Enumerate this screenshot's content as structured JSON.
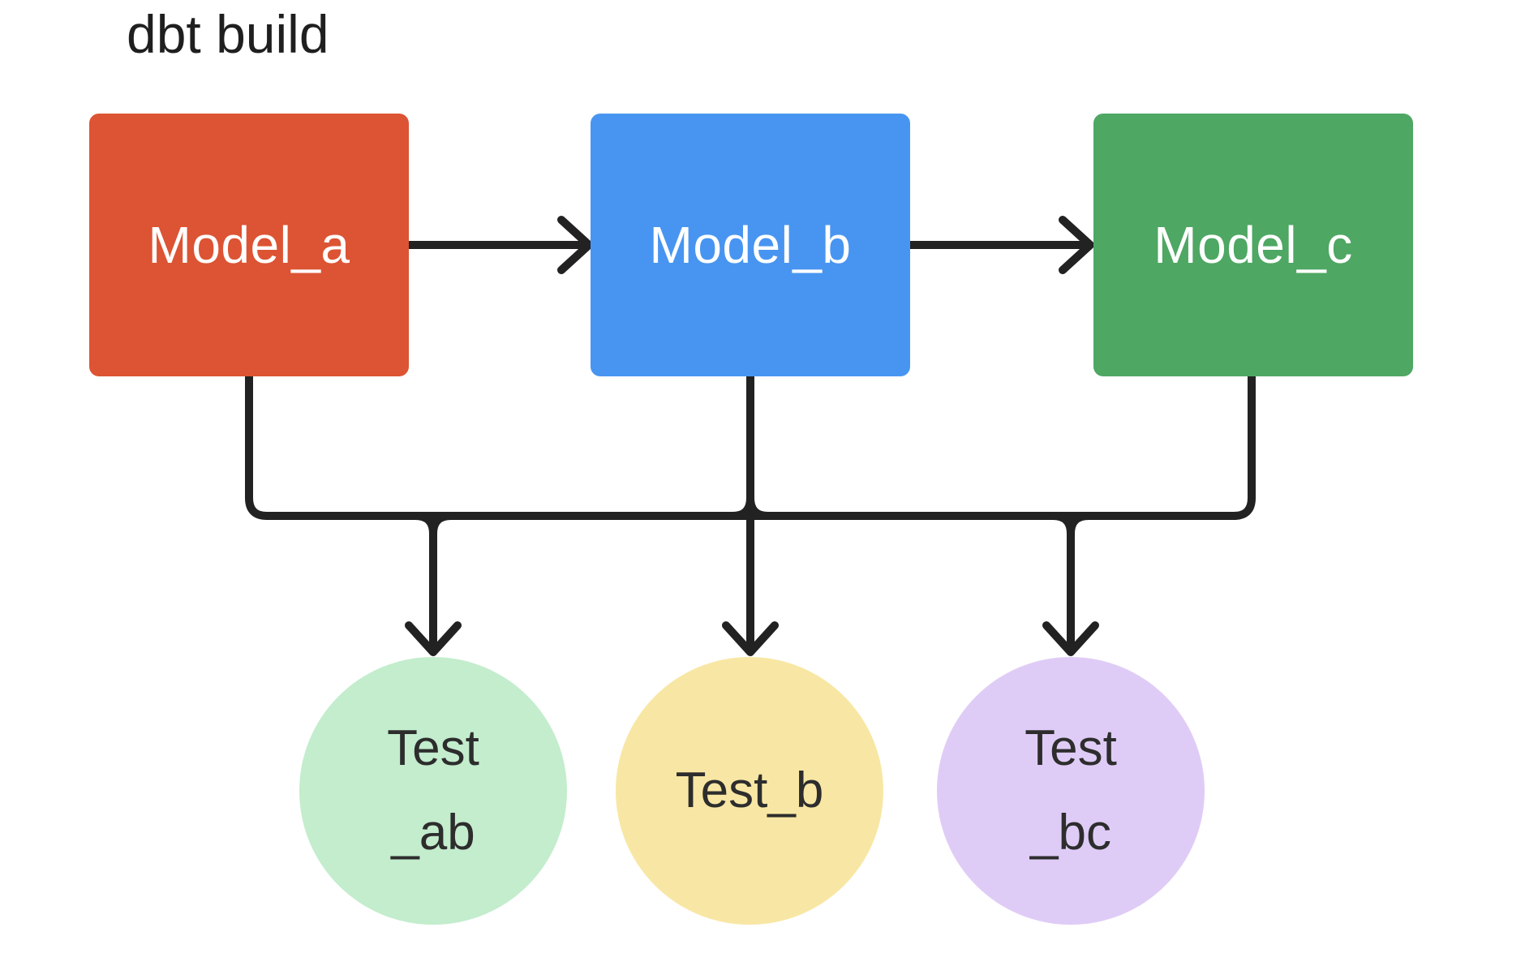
{
  "title": "dbt build",
  "colors": {
    "background": "#FFFFFF",
    "connector_line": "#222222",
    "title_text": "#1F1F1F",
    "model_label_text": "#FFFFFF",
    "test_label_text": "#2D2D2D"
  },
  "models": [
    {
      "label": "Model_a",
      "color": "#DC5433"
    },
    {
      "label": "Model_b",
      "color": "#4895F1"
    },
    {
      "label": "Model_c",
      "color": "#4EA763"
    }
  ],
  "tests": [
    {
      "line1": "Test",
      "line2": "_ab",
      "color": "#C3EDCD"
    },
    {
      "line1": "Test_b",
      "color": "#F8E7A4"
    },
    {
      "line1": "Test",
      "line2": "_bc",
      "color": "#DFCCF6"
    }
  ],
  "connections": [
    {
      "from": "Model_a",
      "to": "Model_b",
      "style": "arrow-right"
    },
    {
      "from": "Model_b",
      "to": "Model_c",
      "style": "arrow-right"
    },
    {
      "from": "Model_a",
      "to": "shared-connector",
      "style": "line-down"
    },
    {
      "from": "Model_b",
      "to": "shared-connector",
      "style": "line-down"
    },
    {
      "from": "Model_c",
      "to": "shared-connector",
      "style": "line-down"
    },
    {
      "from": "shared-connector",
      "to": "Test_ab",
      "style": "arrow-down"
    },
    {
      "from": "shared-connector",
      "to": "Test_b",
      "style": "arrow-down"
    },
    {
      "from": "shared-connector",
      "to": "Test_bc",
      "style": "arrow-down"
    }
  ]
}
